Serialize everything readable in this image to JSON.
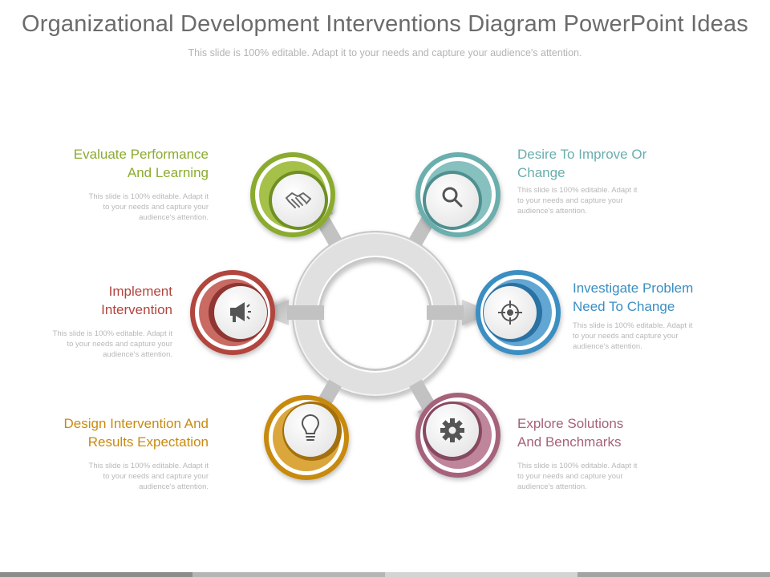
{
  "title": "Organizational Development Interventions Diagram PowerPoint Ideas",
  "subtitle": "This slide is 100% editable. Adapt it to your needs and capture your audience's attention.",
  "desc_line1": "This slide is 100% editable. Adapt it",
  "desc_line2": "to your needs and capture your",
  "desc_line3": "audience's attention.",
  "items": [
    {
      "line1": "Evaluate Performance",
      "line2": "And Learning",
      "color": "#8aab2e",
      "icon": "handshake-icon"
    },
    {
      "line1": "Desire To Improve Or",
      "line2": "Change",
      "color": "#6aaead",
      "icon": "magnifier-icon"
    },
    {
      "line1": "Investigate Problem",
      "line2": "Need To Change",
      "color": "#3a8ec2",
      "icon": "crosshair-icon"
    },
    {
      "line1": "Explore Solutions",
      "line2": "And Benchmarks",
      "color": "#a5627a",
      "icon": "gear-icon"
    },
    {
      "line1": "Design Intervention And",
      "line2": "Results Expectation",
      "color": "#c88a10",
      "icon": "lightbulb-icon"
    },
    {
      "line1": "Implement",
      "line2": "Intervention",
      "color": "#b2443e",
      "icon": "megaphone-icon"
    }
  ]
}
